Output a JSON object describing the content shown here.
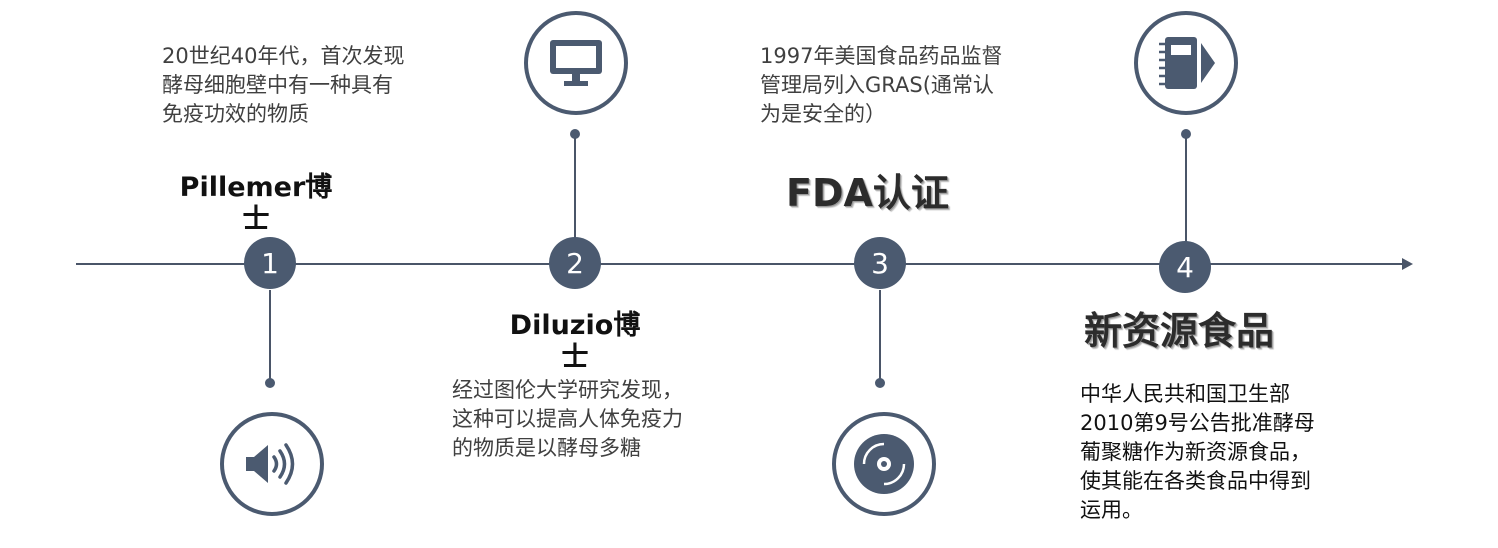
{
  "colors": {
    "axis": "#4a5568",
    "node_fill": "#4b5a70",
    "node_text": "#ffffff",
    "description_text": "#404040",
    "title_text": "#111111"
  },
  "milestones": [
    {
      "number": "1",
      "title": "Pillemer博士",
      "description": "20世纪40年代，首次发现酵母细胞壁中有一种具有免疫功效的物质",
      "icon": "speaker-icon"
    },
    {
      "number": "2",
      "title": "Diluzio博士",
      "description": "经过图伦大学研究发现，这种可以提高人体免疫力的物质是以酵母多糖",
      "icon": "monitor-icon"
    },
    {
      "number": "3",
      "title": "FDA认证",
      "description": "1997年美国食品药品监督管理局列入GRAS(通常认为是安全的）",
      "icon": "disc-icon"
    },
    {
      "number": "4",
      "title": "新资源食品",
      "description": "中华人民共和国卫生部2010第9号公告批准酵母葡聚糖作为新资源食品，使其能在各类食品中得到运用。",
      "icon": "notebook-icon"
    }
  ]
}
